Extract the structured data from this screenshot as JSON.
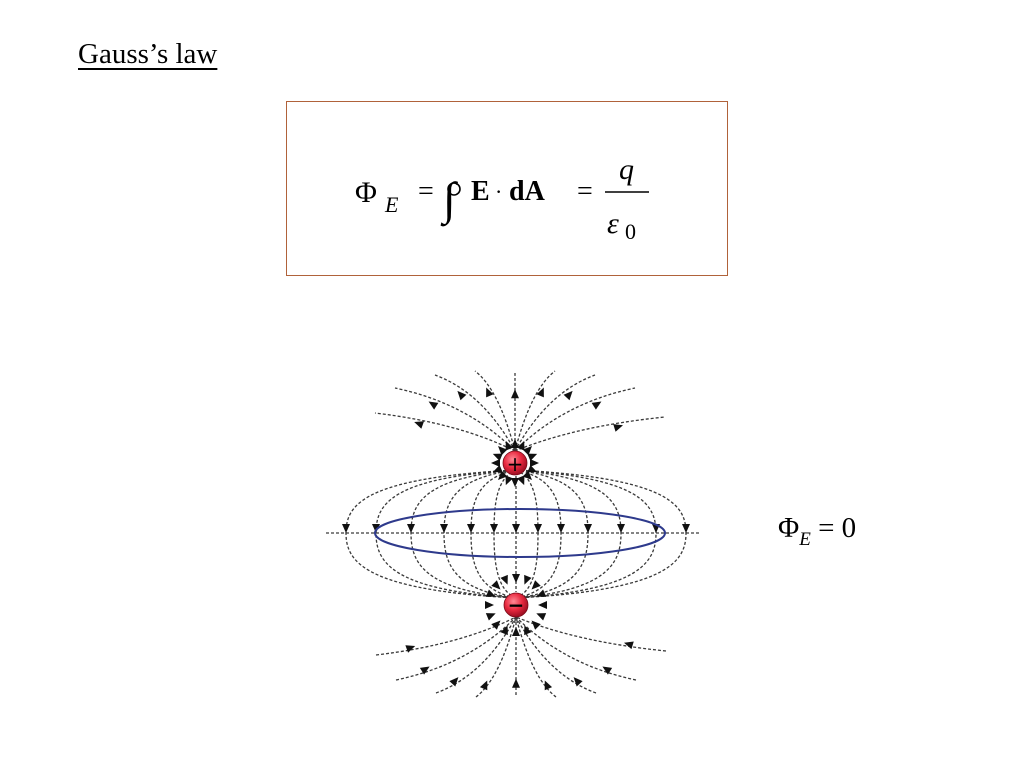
{
  "slide": {
    "title": "Gauss’s law",
    "equation": {
      "lhs_symbol": "Φ",
      "lhs_subscript": "E",
      "equals1": "=",
      "integral_symbol": "∫",
      "vec_E": "E",
      "dot": "·",
      "vec_dA": "dA",
      "equals2": "=",
      "numerator": "q",
      "denominator_symbol": "ε",
      "denominator_subscript": "0"
    },
    "diagram": {
      "positive_charge_symbol": "+",
      "negative_charge_symbol": "−",
      "positive_color": "#e8293f",
      "negative_color": "#e8293f",
      "gaussian_surface_color": "#2e3a8c",
      "field_line_color": "#3a3a3a"
    },
    "flux_result": {
      "symbol": "Φ",
      "subscript": "E",
      "rest": " = 0"
    }
  }
}
